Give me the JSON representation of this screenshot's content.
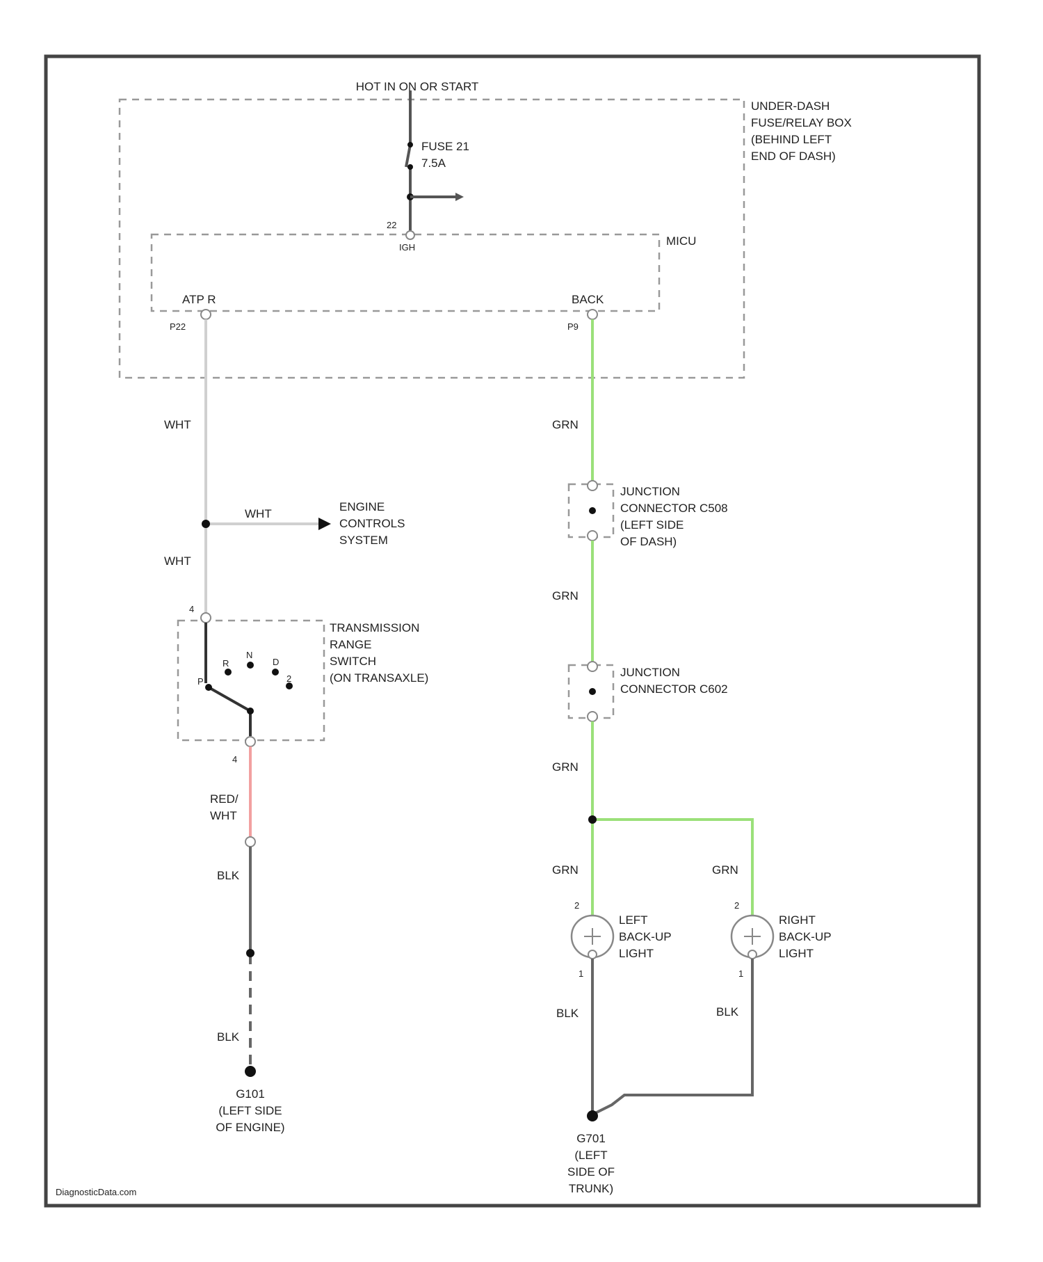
{
  "colors": {
    "wht": "#d0d0d0",
    "grn": "#9be07a",
    "red_wht": "#f2a0a0",
    "blk": "#666666",
    "dashed": "#999999",
    "frame": "#444444"
  },
  "power": {
    "label": "HOT IN ON OR START"
  },
  "fuse_box": {
    "label": [
      "UNDER-DASH",
      "FUSE/RELAY BOX",
      "(BEHIND LEFT",
      "END OF DASH)"
    ]
  },
  "fuse": {
    "label": [
      "FUSE 21",
      "7.5A"
    ]
  },
  "pcm": {
    "label": "MICU",
    "top_pin_a": "22",
    "top_pin_b": "IGH",
    "left_terminal": "ATP R",
    "left_pin": "P22",
    "right_terminal": "BACK",
    "right_pin": "P9"
  },
  "left_circuit": {
    "wire_1": "WHT",
    "wire_2": "WHT",
    "branch_wire": "WHT",
    "branch_dest": [
      "ENGINE",
      "CONTROLS",
      "SYSTEM"
    ],
    "switch_pin_top": "4",
    "switch_pin_bottom": "4",
    "switch_label": [
      "TRANSMISSION",
      "RANGE",
      "SWITCH",
      "(ON TRANSAXLE)"
    ],
    "switch_positions": [
      "R",
      "N",
      "D",
      "2"
    ],
    "switch_left_pos": "P",
    "red_wht_wire": [
      "RED/",
      "WHT"
    ],
    "blk_wire_1": "BLK",
    "blk_wire_2": "BLK",
    "ground_label": [
      "G101",
      "(LEFT SIDE",
      "OF ENGINE)"
    ]
  },
  "right_circuit": {
    "grn_1": "GRN",
    "grn_2": "GRN",
    "grn_3": "GRN",
    "grn_4": "GRN",
    "grn_5": "GRN",
    "junction_1": [
      "JUNCTION",
      "CONNECTOR C508",
      "(LEFT SIDE",
      "OF DASH)"
    ],
    "junction_2": [
      "JUNCTION",
      "CONNECTOR C602"
    ],
    "left_lamp": [
      "LEFT",
      "BACK-UP",
      "LIGHT"
    ],
    "right_lamp": [
      "RIGHT",
      "BACK-UP",
      "LIGHT"
    ],
    "lamp_pin_top": "2",
    "lamp_pin_bottom": "1",
    "blk_1": "BLK",
    "blk_2": "BLK",
    "ground_label": [
      "G701",
      "(LEFT",
      "SIDE OF",
      "TRUNK)"
    ]
  },
  "watermark": "DiagnosticData.com"
}
